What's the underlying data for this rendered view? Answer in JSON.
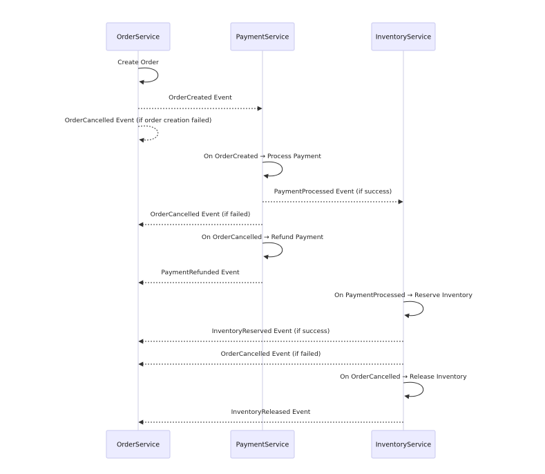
{
  "participants": [
    {
      "id": "order",
      "label": "OrderService"
    },
    {
      "id": "payment",
      "label": "PaymentService"
    },
    {
      "id": "inventory",
      "label": "InventoryService"
    }
  ],
  "messages": [
    {
      "from": "order",
      "to": "order",
      "label": "Create Order",
      "style": "solid"
    },
    {
      "from": "order",
      "to": "payment",
      "label": "OrderCreated Event",
      "style": "dotted"
    },
    {
      "from": "order",
      "to": "order",
      "label": "OrderCancelled Event (if order creation failed)",
      "style": "dotted"
    },
    {
      "from": "payment",
      "to": "payment",
      "label": "On OrderCreated → Process Payment",
      "style": "solid"
    },
    {
      "from": "payment",
      "to": "inventory",
      "label": "PaymentProcessed Event (if success)",
      "style": "dotted"
    },
    {
      "from": "payment",
      "to": "order",
      "label": "OrderCancelled Event (if failed)",
      "style": "dotted"
    },
    {
      "from": "payment",
      "to": "payment",
      "label": "On OrderCancelled → Refund Payment",
      "style": "solid"
    },
    {
      "from": "payment",
      "to": "order",
      "label": "PaymentRefunded Event",
      "style": "dotted"
    },
    {
      "from": "inventory",
      "to": "inventory",
      "label": "On PaymentProcessed → Reserve Inventory",
      "style": "solid"
    },
    {
      "from": "inventory",
      "to": "order",
      "label": "InventoryReserved Event (if success)",
      "style": "dotted"
    },
    {
      "from": "inventory",
      "to": "order",
      "label": "OrderCancelled Event (if failed)",
      "style": "dotted"
    },
    {
      "from": "inventory",
      "to": "inventory",
      "label": "On OrderCancelled → Release Inventory",
      "style": "solid"
    },
    {
      "from": "inventory",
      "to": "order",
      "label": "InventoryReleased Event",
      "style": "dotted"
    }
  ]
}
